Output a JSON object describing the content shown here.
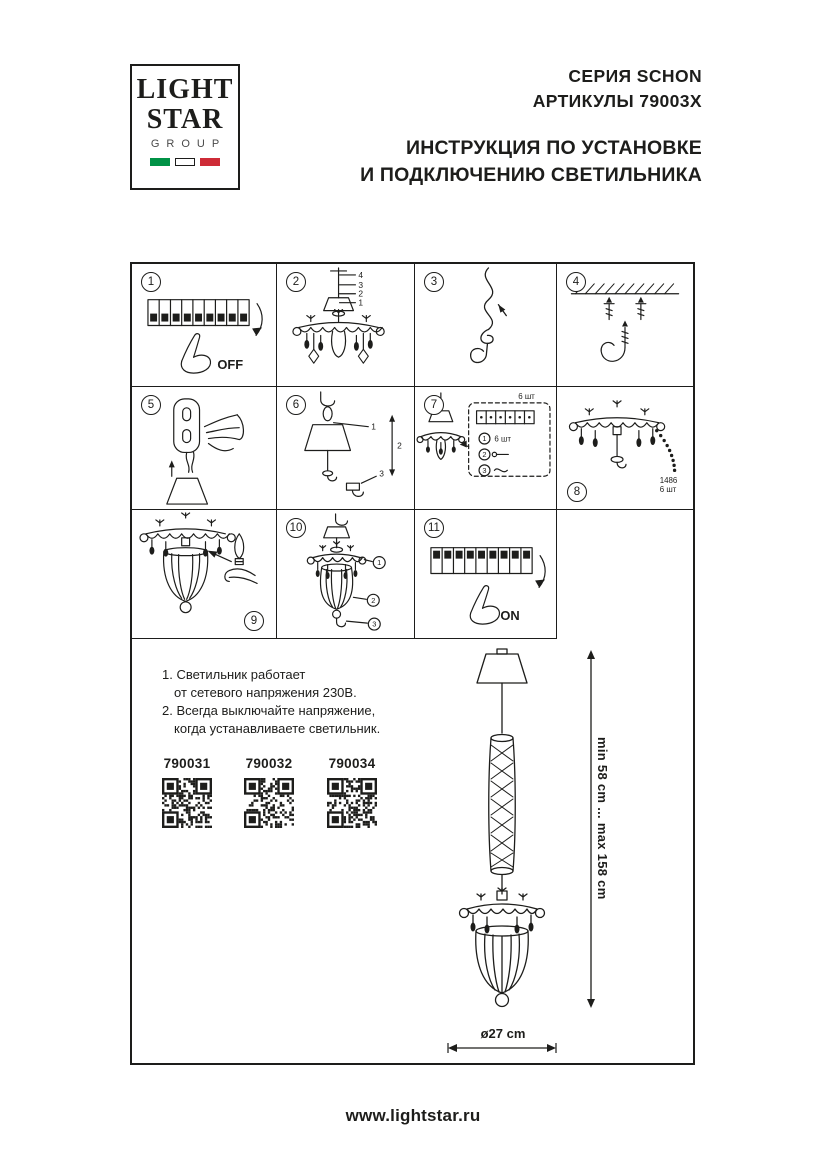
{
  "colors": {
    "ink": "#1d1d1b",
    "flag_green": "#009246",
    "flag_white": "#ffffff",
    "flag_red": "#ce2b37"
  },
  "logo": {
    "light": "LIGHT",
    "star": "STAR",
    "group": "GROUP"
  },
  "header": {
    "series": "СЕРИЯ SCHON",
    "articles": "АРТИКУЛЫ 79003X",
    "title1": "ИНСТРУКЦИЯ ПО УСТАНОВКЕ",
    "title2": "И ПОДКЛЮЧЕНИЮ СВЕТИЛЬНИКА"
  },
  "steps": {
    "s1": {
      "num": "1",
      "switch_label": "OFF"
    },
    "s2": {
      "num": "2",
      "callouts": [
        "4",
        "3",
        "2",
        "1"
      ]
    },
    "s3": {
      "num": "3"
    },
    "s4": {
      "num": "4"
    },
    "s5": {
      "num": "5"
    },
    "s6": {
      "num": "6",
      "callouts": [
        "1",
        "2",
        "3"
      ]
    },
    "s7": {
      "num": "7",
      "qty_top": "6 шт",
      "qty_inner": "6 шт",
      "callouts": [
        "1",
        "2",
        "3"
      ]
    },
    "s8": {
      "num": "8",
      "part_code": "1486",
      "part_qty": "6 шт"
    },
    "s9": {
      "num": "9"
    },
    "s10": {
      "num": "10",
      "callouts": [
        "1",
        "2",
        "3"
      ]
    },
    "s11": {
      "num": "11",
      "switch_label": "ON"
    }
  },
  "notes": {
    "lines": [
      "1. Светильник работает",
      "от сетевого напряжения 230В.",
      "2. Всегда выключайте напряжение,",
      "когда устанавливаете светильник."
    ]
  },
  "articles": [
    {
      "code": "790031"
    },
    {
      "code": "790032"
    },
    {
      "code": "790034"
    }
  ],
  "dimensions": {
    "height": "min 58 cm ... max 158 cm",
    "diameter": "ø27 cm"
  },
  "footer": {
    "url": "www.lightstar.ru"
  }
}
